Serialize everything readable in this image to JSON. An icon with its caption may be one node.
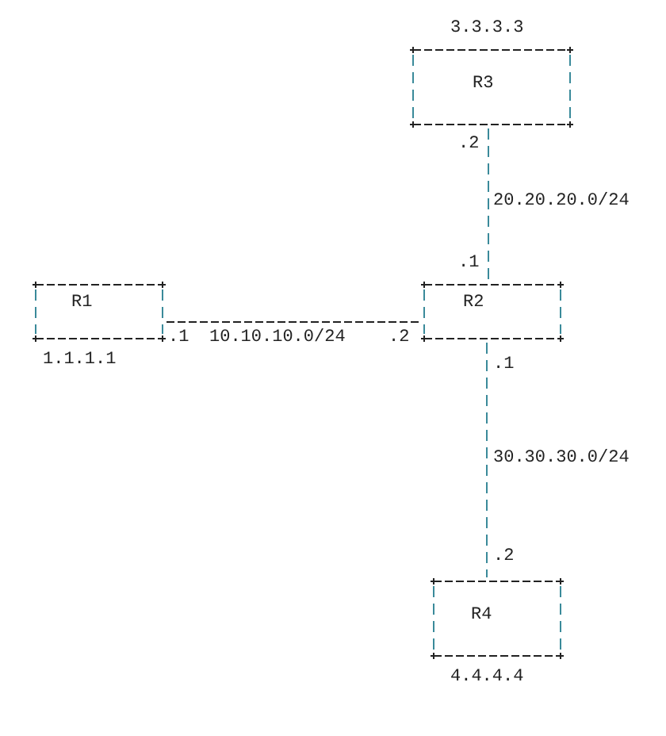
{
  "diagram": {
    "nodes": [
      {
        "text": [
          "R3"
        ],
        "beside": [
          "3.3.3.3"
        ]
      },
      {
        "text": [
          "R1"
        ],
        "beside": [
          "1.1.1.1"
        ]
      },
      {
        "text": [
          "R2"
        ]
      },
      {
        "text": [
          "R4"
        ],
        "beside": [
          "4.4.4.4"
        ]
      }
    ],
    "edges": [
      {
        "from": 0,
        "to": 2,
        "arrow": "none",
        "label": "20.20.20.0/24"
      },
      {
        "from": 1,
        "to": 2,
        "arrow": "none",
        "label": "10.10.10.0/24",
        "color": "#222222"
      },
      {
        "from": 2,
        "to": 3,
        "arrow": "none",
        "label": "30.30.30.0/24"
      }
    ],
    "labels": [
      ".2",
      ".1",
      ".1",
      ".2",
      ".1",
      ".2"
    ]
  }
}
